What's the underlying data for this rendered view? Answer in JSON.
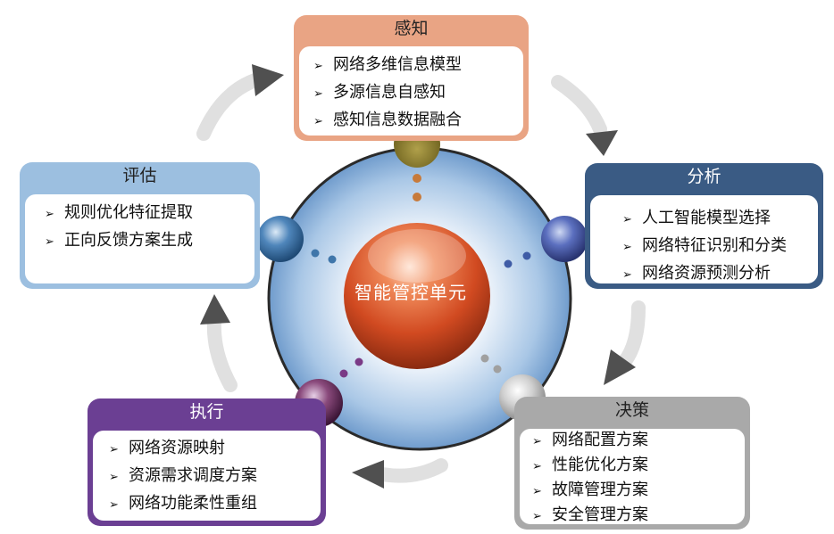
{
  "center": {
    "label": "智能管控单元"
  },
  "colors": {
    "perceive": "#e9a484",
    "analyze": "#3a5b84",
    "decide": "#a9a9a9",
    "execute": "#6b3f93",
    "evaluate": "#9cbfe0",
    "core": "#d9522a",
    "ring": "#7ea7d3"
  },
  "cards": {
    "perceive": {
      "title": "感知",
      "items": [
        "网络多维信息模型",
        "多源信息自感知",
        "感知信息数据融合"
      ]
    },
    "analyze": {
      "title": "分析",
      "items": [
        "人工智能模型选择",
        "网络特征识别和分类",
        "网络资源预测分析"
      ]
    },
    "decide": {
      "title": "决策",
      "items": [
        "网络配置方案",
        "性能优化方案",
        "故障管理方案",
        "安全管理方案"
      ]
    },
    "execute": {
      "title": "执行",
      "items": [
        "网络资源映射",
        "资源需求调度方案",
        "网络功能柔性重组"
      ]
    },
    "evaluate": {
      "title": "评估",
      "items": [
        "规则优化特征提取",
        "正向反馈方案生成"
      ]
    }
  }
}
